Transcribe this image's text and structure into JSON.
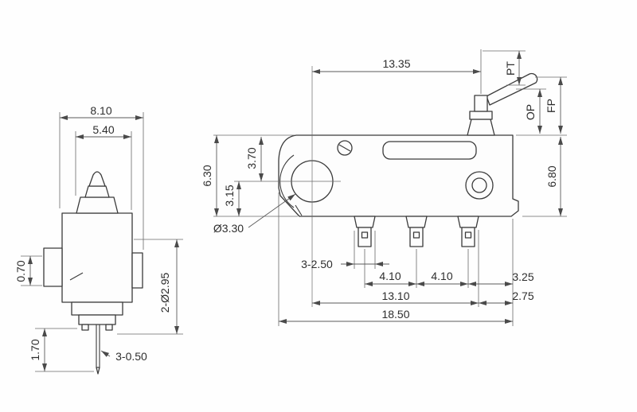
{
  "side_view": {
    "dim_overall_width": "8.10",
    "dim_body_width": "5.40",
    "dim_step_height": "0.70",
    "dim_pin_length": "1.70",
    "dim_pins": "3-0.50",
    "dim_mount_holes": "2-Ø2.95"
  },
  "front_view": {
    "dim_hole_to_plunger": "13.35",
    "label_pt": "PT",
    "label_op": "OP",
    "label_fp": "FP",
    "dim_body_height_right": "6.80",
    "dim_body_height_left": "6.30",
    "dim_hole_to_bottom": "3.15",
    "dim_top_to_hole": "3.70",
    "dim_hole_dia": "Ø3.30",
    "dim_terminal_width": "3-2.50",
    "dim_terminal_pitch_1": "4.10",
    "dim_terminal_pitch_2": "4.10",
    "dim_hole_to_terminal": "13.10",
    "dim_overall_length": "18.50",
    "dim_edge_to_terminal_1": "3.25",
    "dim_edge_to_terminal_2": "2.75"
  }
}
